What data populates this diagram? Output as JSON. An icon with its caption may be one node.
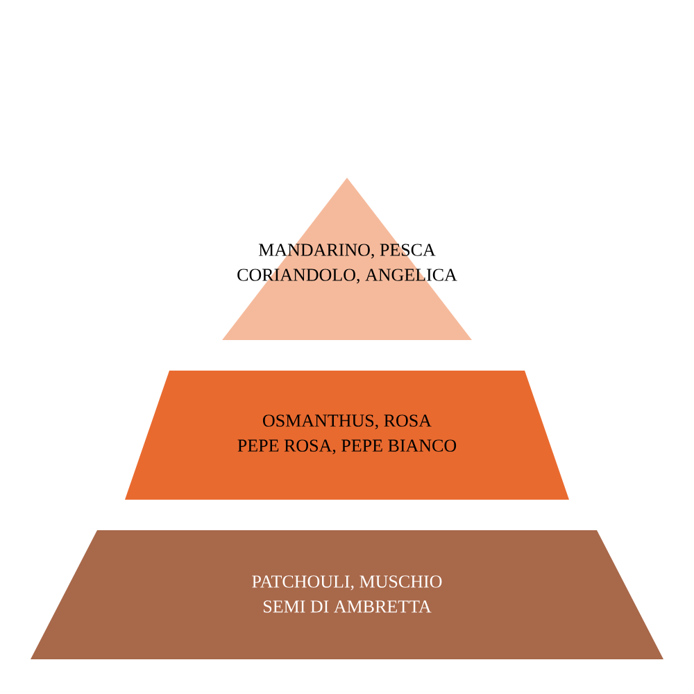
{
  "diagram": {
    "nodes": [
      {
        "text": [
          "MANDARINO, PESCA",
          "CORIANDOLO, ANGELICA"
        ]
      },
      {
        "text": [
          "OSMANTHUS, ROSA",
          "PEPE ROSA, PEPE BIANCO"
        ]
      },
      {
        "text": [
          "PATCHOULI, MUSCHIO",
          "SEMI DI AMBRETTA"
        ]
      }
    ]
  }
}
